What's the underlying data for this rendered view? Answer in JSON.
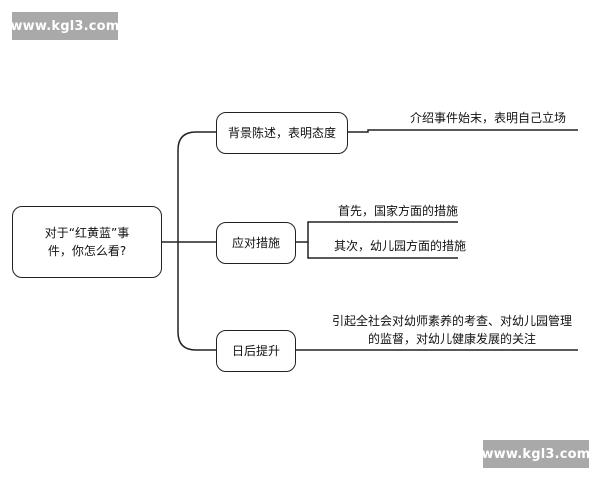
{
  "watermarks": {
    "top_left": "www.kgl3.com",
    "bottom_right": "www.kgl3.com"
  },
  "mindmap": {
    "root": {
      "line1": "对于“红黄蓝”事",
      "line2": "件，你怎么看?"
    },
    "branches": [
      {
        "label": "背景陈述，表明态度",
        "leaves": [
          "介绍事件始末，表明自己立场"
        ]
      },
      {
        "label": "应对措施",
        "leaves": [
          "首先，国家方面的措施",
          "其次，幼儿园方面的措施"
        ]
      },
      {
        "label": "日后提升",
        "leaves": [
          "引起全社会对幼师素养的考查、对幼儿园管理的监督，对幼儿健康发展的关注"
        ]
      }
    ]
  },
  "colors": {
    "line": "#222222",
    "watermark_bg": "#a9a9a9",
    "watermark_text": "#ffffff"
  }
}
